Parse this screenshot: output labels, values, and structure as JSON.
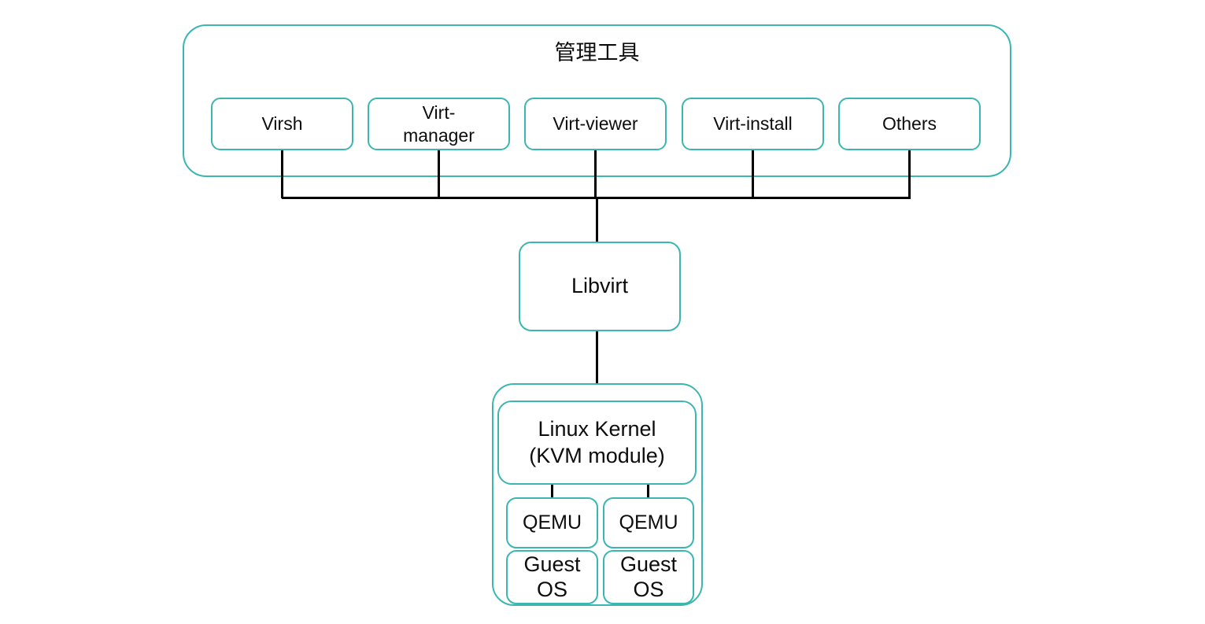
{
  "colors": {
    "accent_border": "#3bb6b0",
    "connector_line": "#000000",
    "text": "#0d0d0d",
    "background": "#ffffff"
  },
  "diagram": {
    "management_group": {
      "title": "管理工具",
      "tools": [
        {
          "label": "Virsh"
        },
        {
          "label": "Virt-\nmanager"
        },
        {
          "label": "Virt-viewer"
        },
        {
          "label": "Virt-install"
        },
        {
          "label": "Others"
        }
      ]
    },
    "libvirt": {
      "label": "Libvirt"
    },
    "kernel_group": {
      "kernel": {
        "label": "Linux Kernel\n(KVM module)"
      },
      "hypervisors": [
        {
          "qemu": "QEMU",
          "guest": "Guest\nOS"
        },
        {
          "qemu": "QEMU",
          "guest": "Guest\nOS"
        }
      ]
    }
  }
}
